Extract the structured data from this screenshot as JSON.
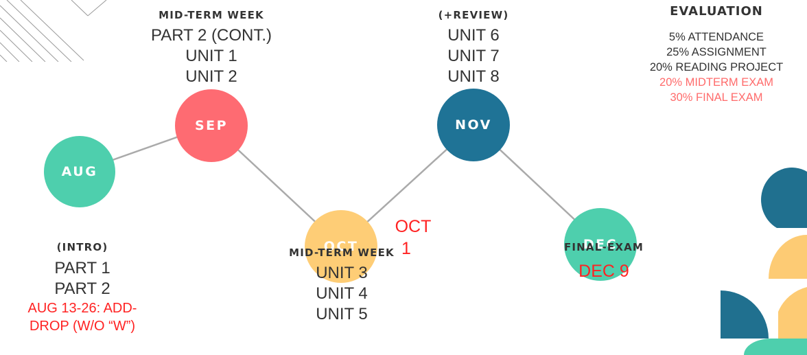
{
  "colors": {
    "aug": "#4ecfad",
    "sep": "#fe6b72",
    "oct": "#fecd76",
    "nov": "#1f7396",
    "dec": "#4ecfad",
    "line": "#aaaaaa",
    "deadline": "#ff2222",
    "eval_highlight": "#ff6b6b",
    "deco_teal": "#20708f",
    "deco_yellow": "#fdcb74",
    "deco_green": "#4ecfad"
  },
  "months": [
    {
      "key": "aug",
      "label": "AUG"
    },
    {
      "key": "sep",
      "label": "SEP"
    },
    {
      "key": "oct",
      "label": "OCT"
    },
    {
      "key": "nov",
      "label": "NOV"
    },
    {
      "key": "dec",
      "label": "DEC"
    }
  ],
  "aug": {
    "heading": "(INTRO)",
    "units": [
      "PART 1",
      "PART 2"
    ],
    "note_line1": "AUG 13-26: ADD-",
    "note_line2": "DROP (W/O “W”)"
  },
  "sep": {
    "heading": "MID-TERM WEEK",
    "units": [
      "PART 2 (CONT.)",
      "UNIT 1",
      "UNIT 2"
    ]
  },
  "oct": {
    "heading": "MID-TERM WEEK",
    "units": [
      "UNIT 3",
      "UNIT 4",
      "UNIT 5"
    ],
    "note_line1": "OCT",
    "note_line2": "1"
  },
  "nov": {
    "heading": "(+REVIEW)",
    "units": [
      "UNIT 6",
      "UNIT 7",
      "UNIT 8"
    ]
  },
  "dec": {
    "heading": "FINAL-EXAM",
    "note": "DEC 9"
  },
  "evaluation": {
    "title": "EVALUATION",
    "items": [
      {
        "text": "5% ATTENDANCE",
        "highlight": false
      },
      {
        "text": "25% ASSIGNMENT",
        "highlight": false
      },
      {
        "text": "20% READING PROJECT",
        "highlight": false
      },
      {
        "text": "20% MIDTERM EXAM",
        "highlight": true
      },
      {
        "text": "30% FINAL EXAM",
        "highlight": true
      }
    ]
  }
}
